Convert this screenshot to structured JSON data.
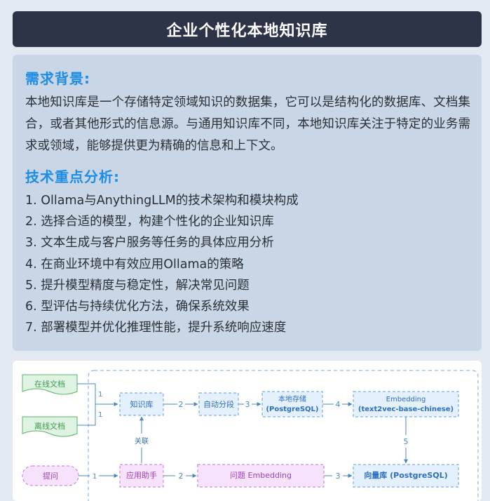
{
  "page": {
    "title": "企业个性化本地知识库"
  },
  "background": {
    "heading": "需求背景:",
    "text": "本地知识库是一个存储特定领域知识的数据集，它可以是结构化的数据库、文档集合，或者其他形式的信息源。与通用知识库不同，本地知识库关注于特定的业务需求或领域，能够提供更为精确的信息和上下文。"
  },
  "analysis": {
    "heading": "技术重点分析:",
    "items": [
      "1. Ollama与AnythingLLM的技术架构和模块构成",
      "2. 选择合适的模型，构建个性化的企业知识库",
      "3. 文本生成与客户服务等任务的具体应用分析",
      "4. 在商业环境中有效应用Ollama的策略",
      "5. 提升模型精度与稳定性，解决常见问题",
      "6. 型评估与持续优化方法，确保系统效果",
      "7. 部署模型并优化推理性能，提升系统响应速度"
    ]
  },
  "diagram": {
    "online_docs": "在线文档",
    "offline_docs": "离线文档",
    "question": "提问",
    "knowledge_base": "知识库",
    "auto_segment": "自动分段",
    "local_storage_line1": "本地存储",
    "local_storage_line2": "(PostgreSQL)",
    "embedding_line1": "Embedding",
    "embedding_line2": "(text2vec-base-chinese)",
    "associate": "关联",
    "app_assistant": "应用助手",
    "question_embedding": "问题 Embedding",
    "vector_db": "向量库 (PostgreSQL)",
    "edge_1a": "1",
    "edge_1b": "1",
    "edge_1c": "1",
    "edge_2a": "2",
    "edge_2b": "2",
    "edge_3a": "3",
    "edge_3b": "3",
    "edge_4": "4",
    "edge_5": "5",
    "colors": {
      "green_fill": "#dff3e2",
      "green_stroke": "#5bb56a",
      "blue_fill": "#e4f0fb",
      "blue_stroke": "#5b9fe0",
      "purple_fill": "#f6e3fb",
      "purple_stroke": "#c27ad6",
      "text_blue": "#2d6fc0",
      "text_purple": "#a040c0",
      "text_green": "#3f9a4f"
    }
  }
}
